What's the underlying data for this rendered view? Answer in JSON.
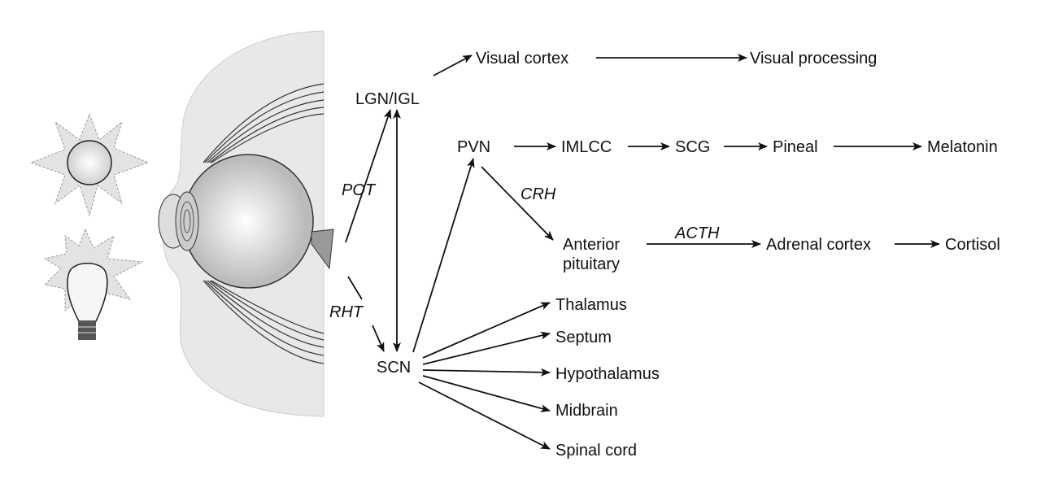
{
  "light_sources": {
    "sun": "sun-icon",
    "bulb": "light-bulb-icon"
  },
  "nodes": {
    "visual_cortex": "Visual cortex",
    "visual_processing": "Visual processing",
    "lgn_igl": "LGN/IGL",
    "pvn": "PVN",
    "imlcc": "IMLCC",
    "scg": "SCG",
    "pineal": "Pineal",
    "melatonin": "Melatonin",
    "anterior_pituitary_line1": "Anterior",
    "anterior_pituitary_line2": "pituitary",
    "adrenal_cortex": "Adrenal cortex",
    "cortisol": "Cortisol",
    "scn": "SCN",
    "thalamus": "Thalamus",
    "septum": "Septum",
    "hypothalamus": "Hypothalamus",
    "midbrain": "Midbrain",
    "spinal_cord": "Spinal cord"
  },
  "edge_labels": {
    "pot": "POT",
    "rht": "RHT",
    "crh": "CRH",
    "acth": "ACTH"
  },
  "colors": {
    "head": "#e6e6e6",
    "eye": "#d0d0d0",
    "ink": "#111111"
  }
}
